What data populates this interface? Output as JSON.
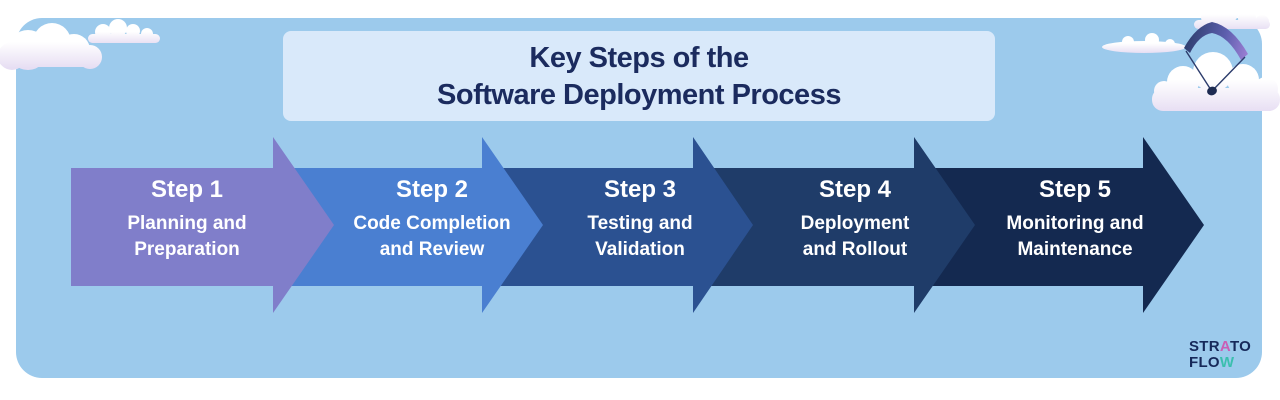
{
  "title": {
    "line1": "Key Steps of the",
    "line2": "Software Deployment Process"
  },
  "steps": [
    {
      "label": "Step 1",
      "line1": "Planning and",
      "line2": "Preparation",
      "color": "#807eca"
    },
    {
      "label": "Step 2",
      "line1": "Code Completion",
      "line2": "and Review",
      "color": "#4a7fd1"
    },
    {
      "label": "Step 3",
      "line1": "Testing and",
      "line2": "Validation",
      "color": "#2b5191"
    },
    {
      "label": "Step 4",
      "line1": "Deployment",
      "line2": "and Rollout",
      "color": "#1f3c69"
    },
    {
      "label": "Step 5",
      "line1": "Monitoring and",
      "line2": "Maintenance",
      "color": "#142950"
    }
  ],
  "logo": {
    "line1_pre": "STR",
    "line1_accent": "A",
    "line1_post": "TO",
    "line2_pre": "FLO",
    "line2_accent": "W",
    "text_color": "#16295a",
    "accent1_color": "#c95fb5",
    "accent2_color": "#3bbfae"
  },
  "colors": {
    "page_bg": "#ffffff",
    "panel": "#9ccaec",
    "title_box": "#d9e9fa",
    "title_text": "#1b2b5e",
    "step_text": "#ffffff",
    "cloud_white": "#ffffff",
    "cloud_shade": "#e7def3",
    "canopy_start": "#2c3c6c",
    "canopy_end": "#9d7fd4",
    "string_color": "#2c3c6c"
  }
}
